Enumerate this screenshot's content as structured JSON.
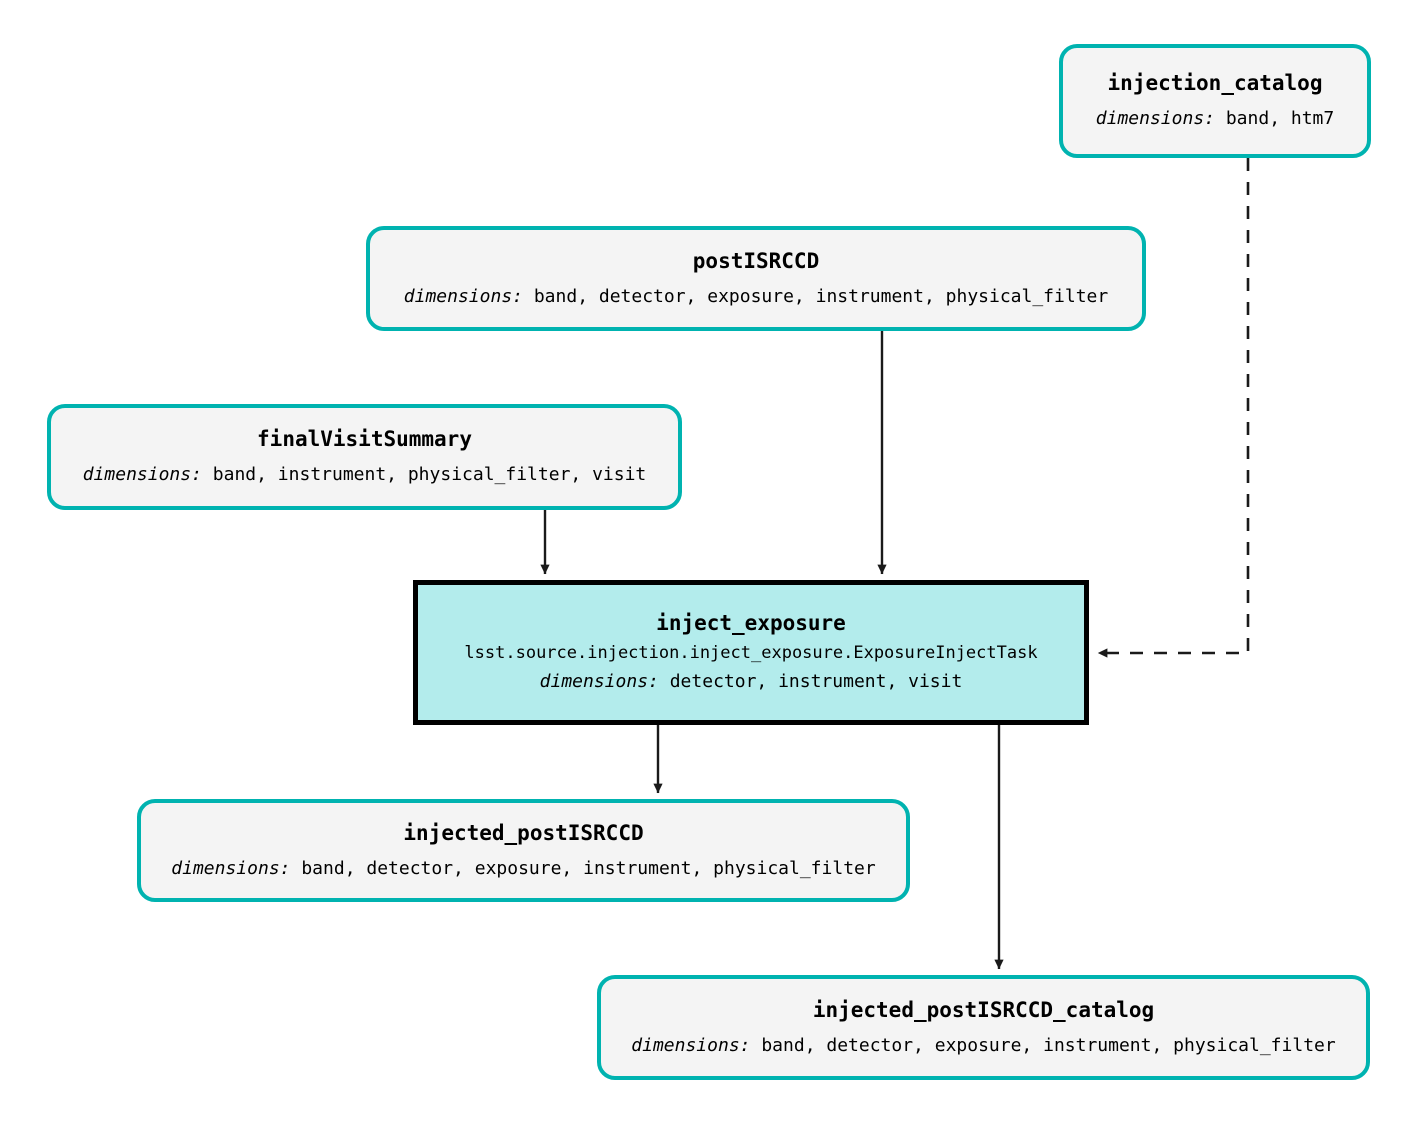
{
  "diagram": {
    "type": "pipeline-dag",
    "colors": {
      "dataset_border": "#00b3b0",
      "dataset_fill": "#f4f4f4",
      "task_border": "#000000",
      "task_fill": "#b3ecec",
      "edge": "#1a1a1a",
      "background": "#ffffff"
    },
    "dimensions_label": "dimensions:",
    "nodes": {
      "injection_catalog": {
        "title": "injection_catalog",
        "dimensions": "band, htm7",
        "kind": "dataset"
      },
      "postISRCCD": {
        "title": "postISRCCD",
        "dimensions": "band, detector, exposure, instrument, physical_filter",
        "kind": "dataset"
      },
      "finalVisitSummary": {
        "title": "finalVisitSummary",
        "dimensions": "band, instrument, physical_filter, visit",
        "kind": "dataset"
      },
      "inject_exposure": {
        "title": "inject_exposure",
        "class_path": "lsst.source.injection.inject_exposure.ExposureInjectTask",
        "dimensions": "detector, instrument, visit",
        "kind": "task"
      },
      "injected_postISRCCD": {
        "title": "injected_postISRCCD",
        "dimensions": "band, detector, exposure, instrument, physical_filter",
        "kind": "dataset"
      },
      "injected_postISRCCD_catalog": {
        "title": "injected_postISRCCD_catalog",
        "dimensions": "band, detector, exposure, instrument, physical_filter",
        "kind": "dataset"
      }
    },
    "edges": [
      {
        "from": "postISRCCD",
        "to": "inject_exposure",
        "style": "solid"
      },
      {
        "from": "finalVisitSummary",
        "to": "inject_exposure",
        "style": "solid"
      },
      {
        "from": "injection_catalog",
        "to": "inject_exposure",
        "style": "dashed"
      },
      {
        "from": "inject_exposure",
        "to": "injected_postISRCCD",
        "style": "solid"
      },
      {
        "from": "inject_exposure",
        "to": "injected_postISRCCD_catalog",
        "style": "solid"
      }
    ]
  }
}
